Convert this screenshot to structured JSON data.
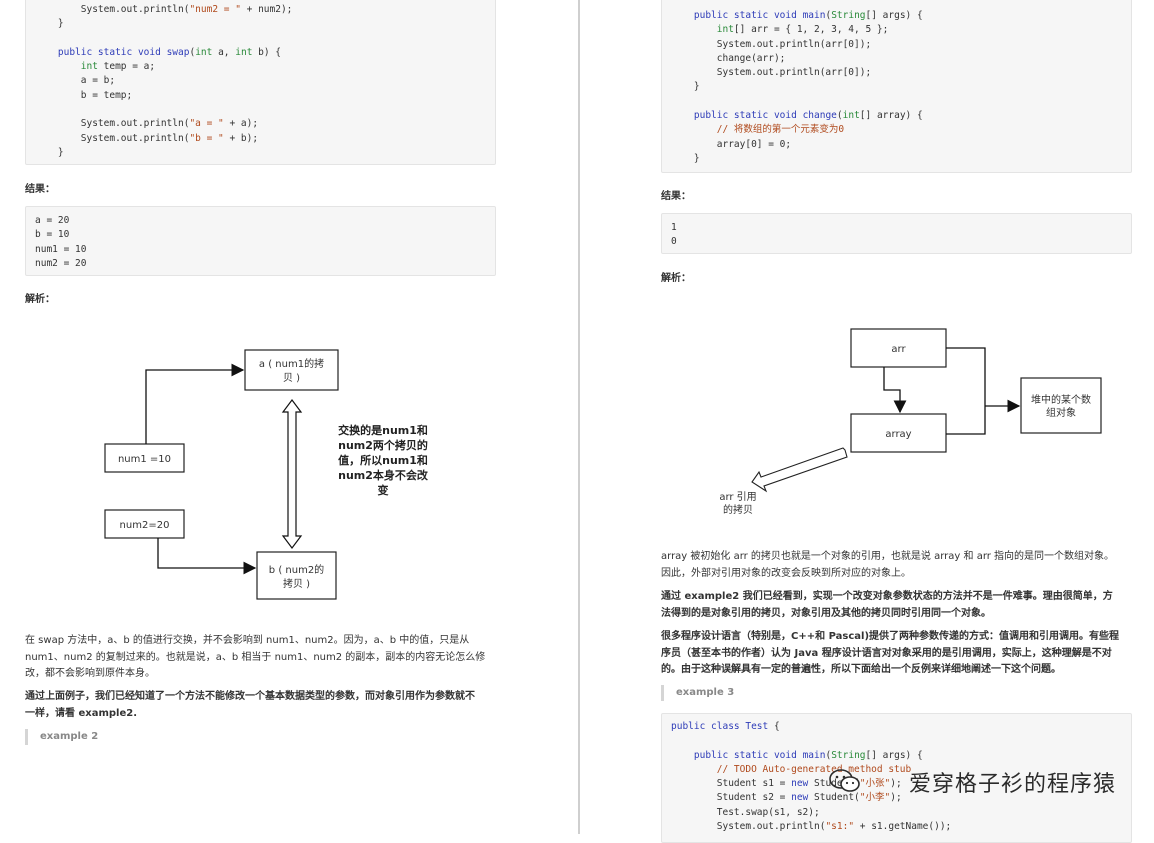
{
  "left": {
    "code_top": [
      [
        [
          "",
          "        System.out.println("
        ],
        [
          "str",
          "\"num2 = \""
        ],
        [
          "",
          " + num2);"
        ]
      ],
      [
        [
          "",
          "    }"
        ]
      ],
      [
        [
          "",
          ""
        ]
      ],
      [
        [
          "kw",
          "    public static void "
        ],
        [
          "kw",
          "swap"
        ],
        [
          "",
          "("
        ],
        [
          "ty",
          "int"
        ],
        [
          "",
          " a, "
        ],
        [
          "ty",
          "int"
        ],
        [
          "",
          " b) {"
        ]
      ],
      [
        [
          "ty",
          "        int"
        ],
        [
          "",
          " temp = a;"
        ]
      ],
      [
        [
          "",
          "        a = b;"
        ]
      ],
      [
        [
          "",
          "        b = temp;"
        ]
      ],
      [
        [
          "",
          ""
        ]
      ],
      [
        [
          "",
          "        System.out.println("
        ],
        [
          "str",
          "\"a = \""
        ],
        [
          "",
          " + a);"
        ]
      ],
      [
        [
          "",
          "        System.out.println("
        ],
        [
          "str",
          "\"b = \""
        ],
        [
          "",
          " + b);"
        ]
      ],
      [
        [
          "",
          "    }"
        ]
      ]
    ],
    "result_label": "结果：",
    "result_lines": [
      "a = 20",
      "b = 10",
      "num1 = 10",
      "num2 = 20"
    ],
    "analysis_label": "解析：",
    "diagram": {
      "box_a": [
        "a ( num1的拷",
        "贝 )"
      ],
      "box_num1": "num1 =10",
      "box_num2": "num2=20",
      "box_b": [
        "b ( num2的",
        "拷贝 )"
      ],
      "note": [
        "交换的是num1和",
        "num2两个拷贝的",
        "值，所以num1和",
        "num2本身不会改",
        "变"
      ]
    },
    "para1": [
      "在 swap 方法中，a、b 的值进行交换，并不会影响到 num1、num2。因为，a、b 中的值，只是从",
      "num1、num2 的复制过来的。也就是说，a、b 相当于 num1、num2 的副本，副本的内容无论怎么修",
      "改，都不会影响到原件本身。"
    ],
    "para2": [
      "通过上面例子，我们已经知道了一个方法不能修改一个基本数据类型的参数，而对象引用作为参数就不",
      "一样，请看 example2."
    ],
    "quote": "example 2"
  },
  "right": {
    "code_top": [
      [
        [
          "kw",
          "    public static void "
        ],
        [
          "kw",
          "main"
        ],
        [
          "",
          "("
        ],
        [
          "ty",
          "String"
        ],
        [
          "",
          "[] args) {"
        ]
      ],
      [
        [
          "ty",
          "        int"
        ],
        [
          "",
          "[] arr = { 1, 2, 3, 4, 5 };"
        ]
      ],
      [
        [
          "",
          "        System.out.println(arr[0]);"
        ]
      ],
      [
        [
          "",
          "        change(arr);"
        ]
      ],
      [
        [
          "",
          "        System.out.println(arr[0]);"
        ]
      ],
      [
        [
          "",
          "    }"
        ]
      ],
      [
        [
          "",
          ""
        ]
      ],
      [
        [
          "kw",
          "    public static void "
        ],
        [
          "kw",
          "change"
        ],
        [
          "",
          "("
        ],
        [
          "ty",
          "int"
        ],
        [
          "",
          "[] array) {"
        ]
      ],
      [
        [
          "cm",
          "        // 将数组的第一个元素变为0"
        ]
      ],
      [
        [
          "",
          "        array[0] = 0;"
        ]
      ],
      [
        [
          "",
          "    }"
        ]
      ]
    ],
    "result_label": "结果：",
    "result_lines": [
      "1",
      "0"
    ],
    "analysis_label": "解析：",
    "diagram": {
      "box_arr": "arr",
      "box_array": "array",
      "box_heap": [
        "堆中的某个数",
        "组对象"
      ],
      "arrow_label": [
        "arr 引用",
        "的拷贝"
      ]
    },
    "para1": [
      "array 被初始化 arr 的拷贝也就是一个对象的引用，也就是说 array 和 arr 指向的是同一个数组对象。",
      "因此，外部对引用对象的改变会反映到所对应的对象上。"
    ],
    "para2": [
      "通过 example2 我们已经看到，实现一个改变对象参数状态的方法并不是一件难事。理由很简单，方",
      "法得到的是对象引用的拷贝，对象引用及其他的拷贝同时引用同一个对象。"
    ],
    "para3": [
      "很多程序设计语言（特别是，C++和 Pascal)提供了两种参数传递的方式：值调用和引用调用。有些程",
      "序员（甚至本书的作者）认为 Java 程序设计语言对对象采用的是引用调用，实际上，这种理解是不对",
      "的。由于这种误解具有一定的普遍性，所以下面给出一个反例来详细地阐述一下这个问题。"
    ],
    "quote": "example 3",
    "code_bottom": [
      [
        [
          "kw",
          "public class "
        ],
        [
          "kw",
          "Test"
        ],
        [
          "",
          " {"
        ]
      ],
      [
        [
          "",
          ""
        ]
      ],
      [
        [
          "kw",
          "    public static void "
        ],
        [
          "kw",
          "main"
        ],
        [
          "",
          "("
        ],
        [
          "ty",
          "String"
        ],
        [
          "",
          "[] args) {"
        ]
      ],
      [
        [
          "cm",
          "        // TODO Auto-generated method stub"
        ]
      ],
      [
        [
          "",
          "        Student s1 = "
        ],
        [
          "kw",
          "new"
        ],
        [
          "",
          " Student("
        ],
        [
          "str",
          "\"小张\""
        ],
        [
          "",
          ");"
        ]
      ],
      [
        [
          "",
          "        Student s2 = "
        ],
        [
          "kw",
          "new"
        ],
        [
          "",
          " Student("
        ],
        [
          "str",
          "\"小李\""
        ],
        [
          "",
          ");"
        ]
      ],
      [
        [
          "",
          "        Test.swap(s1, s2);"
        ]
      ],
      [
        [
          "",
          "        System.out.println("
        ],
        [
          "str",
          "\"s1:\""
        ],
        [
          "",
          " + s1.getName());"
        ]
      ]
    ]
  },
  "watermark": "爱穿格子衫的程序猿"
}
